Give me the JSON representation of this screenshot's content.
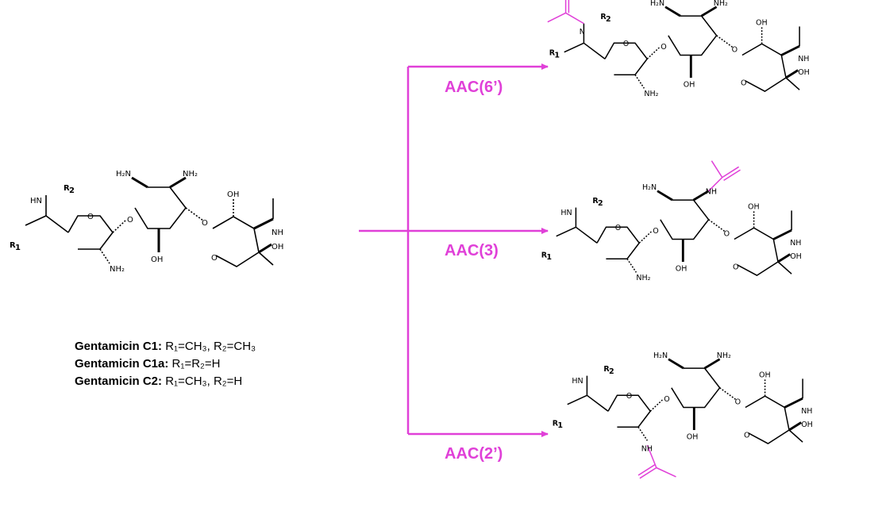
{
  "diagram": {
    "atoms": {
      "hn": "HN",
      "nh": "NH",
      "n": "N",
      "r1": "R",
      "r1_sub": "1",
      "r2": "R",
      "r2_sub": "2",
      "h2n": "H₂N",
      "nh2": "NH₂",
      "oh": "OH",
      "o": "O"
    },
    "enzymes": {
      "aac6": "AAC(6’)",
      "aac3": "AAC(3)",
      "aac2": "AAC(2’)"
    },
    "legend": [
      {
        "name": "Gentamicin C1:",
        "formula": "R₁=CH₃, R₂=CH₃"
      },
      {
        "name": "Gentamicin C1a:",
        "formula": "R₁=R₂=H"
      },
      {
        "name": "Gentamicin C2:",
        "formula": "R₁=CH₃, R₂=H"
      }
    ],
    "colors": {
      "arrow": "#e040d8",
      "acetyl": "#e040d8",
      "bond": "#000000"
    }
  }
}
